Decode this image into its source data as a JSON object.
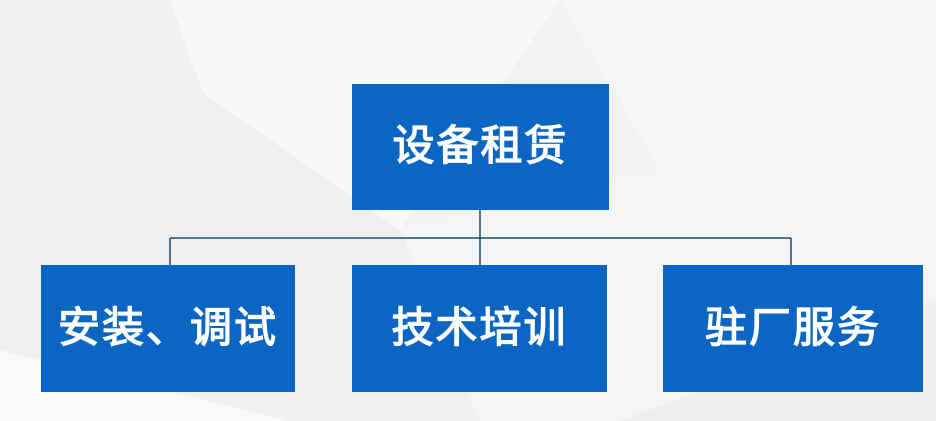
{
  "diagram": {
    "type": "org-chart",
    "root": {
      "label": "设备租赁"
    },
    "children": [
      {
        "label": "安装、调试"
      },
      {
        "label": "技术培训"
      },
      {
        "label": "驻厂服务"
      }
    ]
  },
  "colors": {
    "node_fill": "#0b66c3",
    "node_text": "#ffffff",
    "connector": "#1b4a6f",
    "background": "#f3f3f4"
  }
}
